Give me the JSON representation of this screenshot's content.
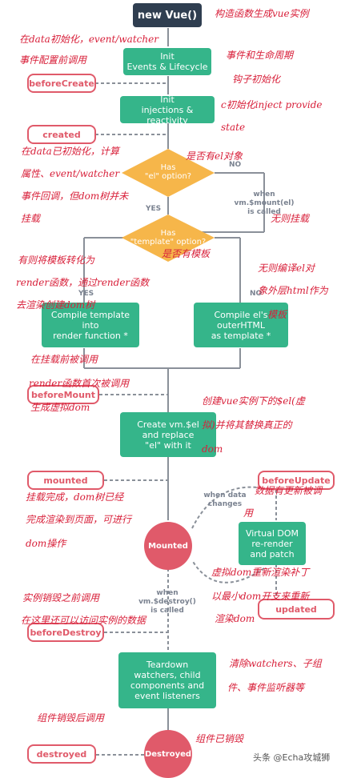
{
  "nodes": {
    "new_vue": "new Vue()",
    "init_events": "Init\nEvents & Lifecycle",
    "init_injections": "Init\ninjections & reactivity",
    "compile_template": "Compile template\ninto\nrender function *",
    "compile_el": "Compile el's\nouterHTML\nas template *",
    "create_el": "Create vm.$el\nand replace\n\"el\" with it",
    "virtual_dom": "Virtual DOM\nre-render\nand patch",
    "teardown": "Teardown\nwatchers, child\ncomponents and\nevent listeners"
  },
  "decisions": {
    "has_el": "Has\n\"el\" option?",
    "has_template": "Has\n\"template\" option?"
  },
  "states": {
    "mounted": "Mounted",
    "destroyed": "Destroyed"
  },
  "hooks": {
    "before_create": "beforeCreate",
    "created": "created",
    "before_mount": "beforeMount",
    "mounted": "mounted",
    "before_update": "beforeUpdate",
    "updated": "updated",
    "before_destroy": "beforeDestroy",
    "destroyed": "destroyed"
  },
  "flow_labels": {
    "no1": "NO",
    "yes1": "YES",
    "yes2": "YES",
    "no2": "NO",
    "when_mount": "when\nvm.$mount(el)\nis called",
    "when_data": "when data\nchanges",
    "when_destroy": "when\nvm.$destroy()\nis called"
  },
  "annotations": {
    "a1": "构造函数生成vue实例",
    "a2": "在data初始化，event/watcher",
    "a3": "事件配置前调用",
    "a4": "事件和生命周期",
    "a5": "钩子初始化",
    "a6": "c初始化inject provide",
    "a7": "state",
    "a8": "在data已初始化，计算",
    "a9": "属性、event/watcher",
    "a10": "事件回调，但dom树并未",
    "a11": "挂载",
    "a12": "是否有el对象",
    "a13": "无则挂载",
    "a14": "是否有模板",
    "a15": "有则将模板转化为",
    "a16": "render函数，通过render函数",
    "a17": "去渲染创建dom树",
    "a18": "无则编译el对",
    "a19": "象外层html作为",
    "a20": "模板",
    "a21": "在挂载前被调用",
    "a22": "render函数首次被调用",
    "a23": "生成虚拟dom",
    "a24": "创建vue实例下的$el(虚",
    "a25": "拟)并将其替换真正的",
    "a26": "dom",
    "a27": "挂载完成，dom树已经",
    "a28": "完成渲染到页面，可进行",
    "a29": "dom操作",
    "a30": "数据有更新被调",
    "a31": "用",
    "a32": "虚拟dom重新渲染补丁",
    "a33": "以最小dom开支来重新",
    "a34": "渲染dom",
    "a35": "实例销毁之前调用",
    "a36": "在这里还可以访问实例的数据",
    "a37": "清除watchers、子组",
    "a38": "件、事件监听器等",
    "a39": "组件销毁后调用",
    "a40": "组件已销毁"
  },
  "watermark": "头条 @Echa攻城狮"
}
